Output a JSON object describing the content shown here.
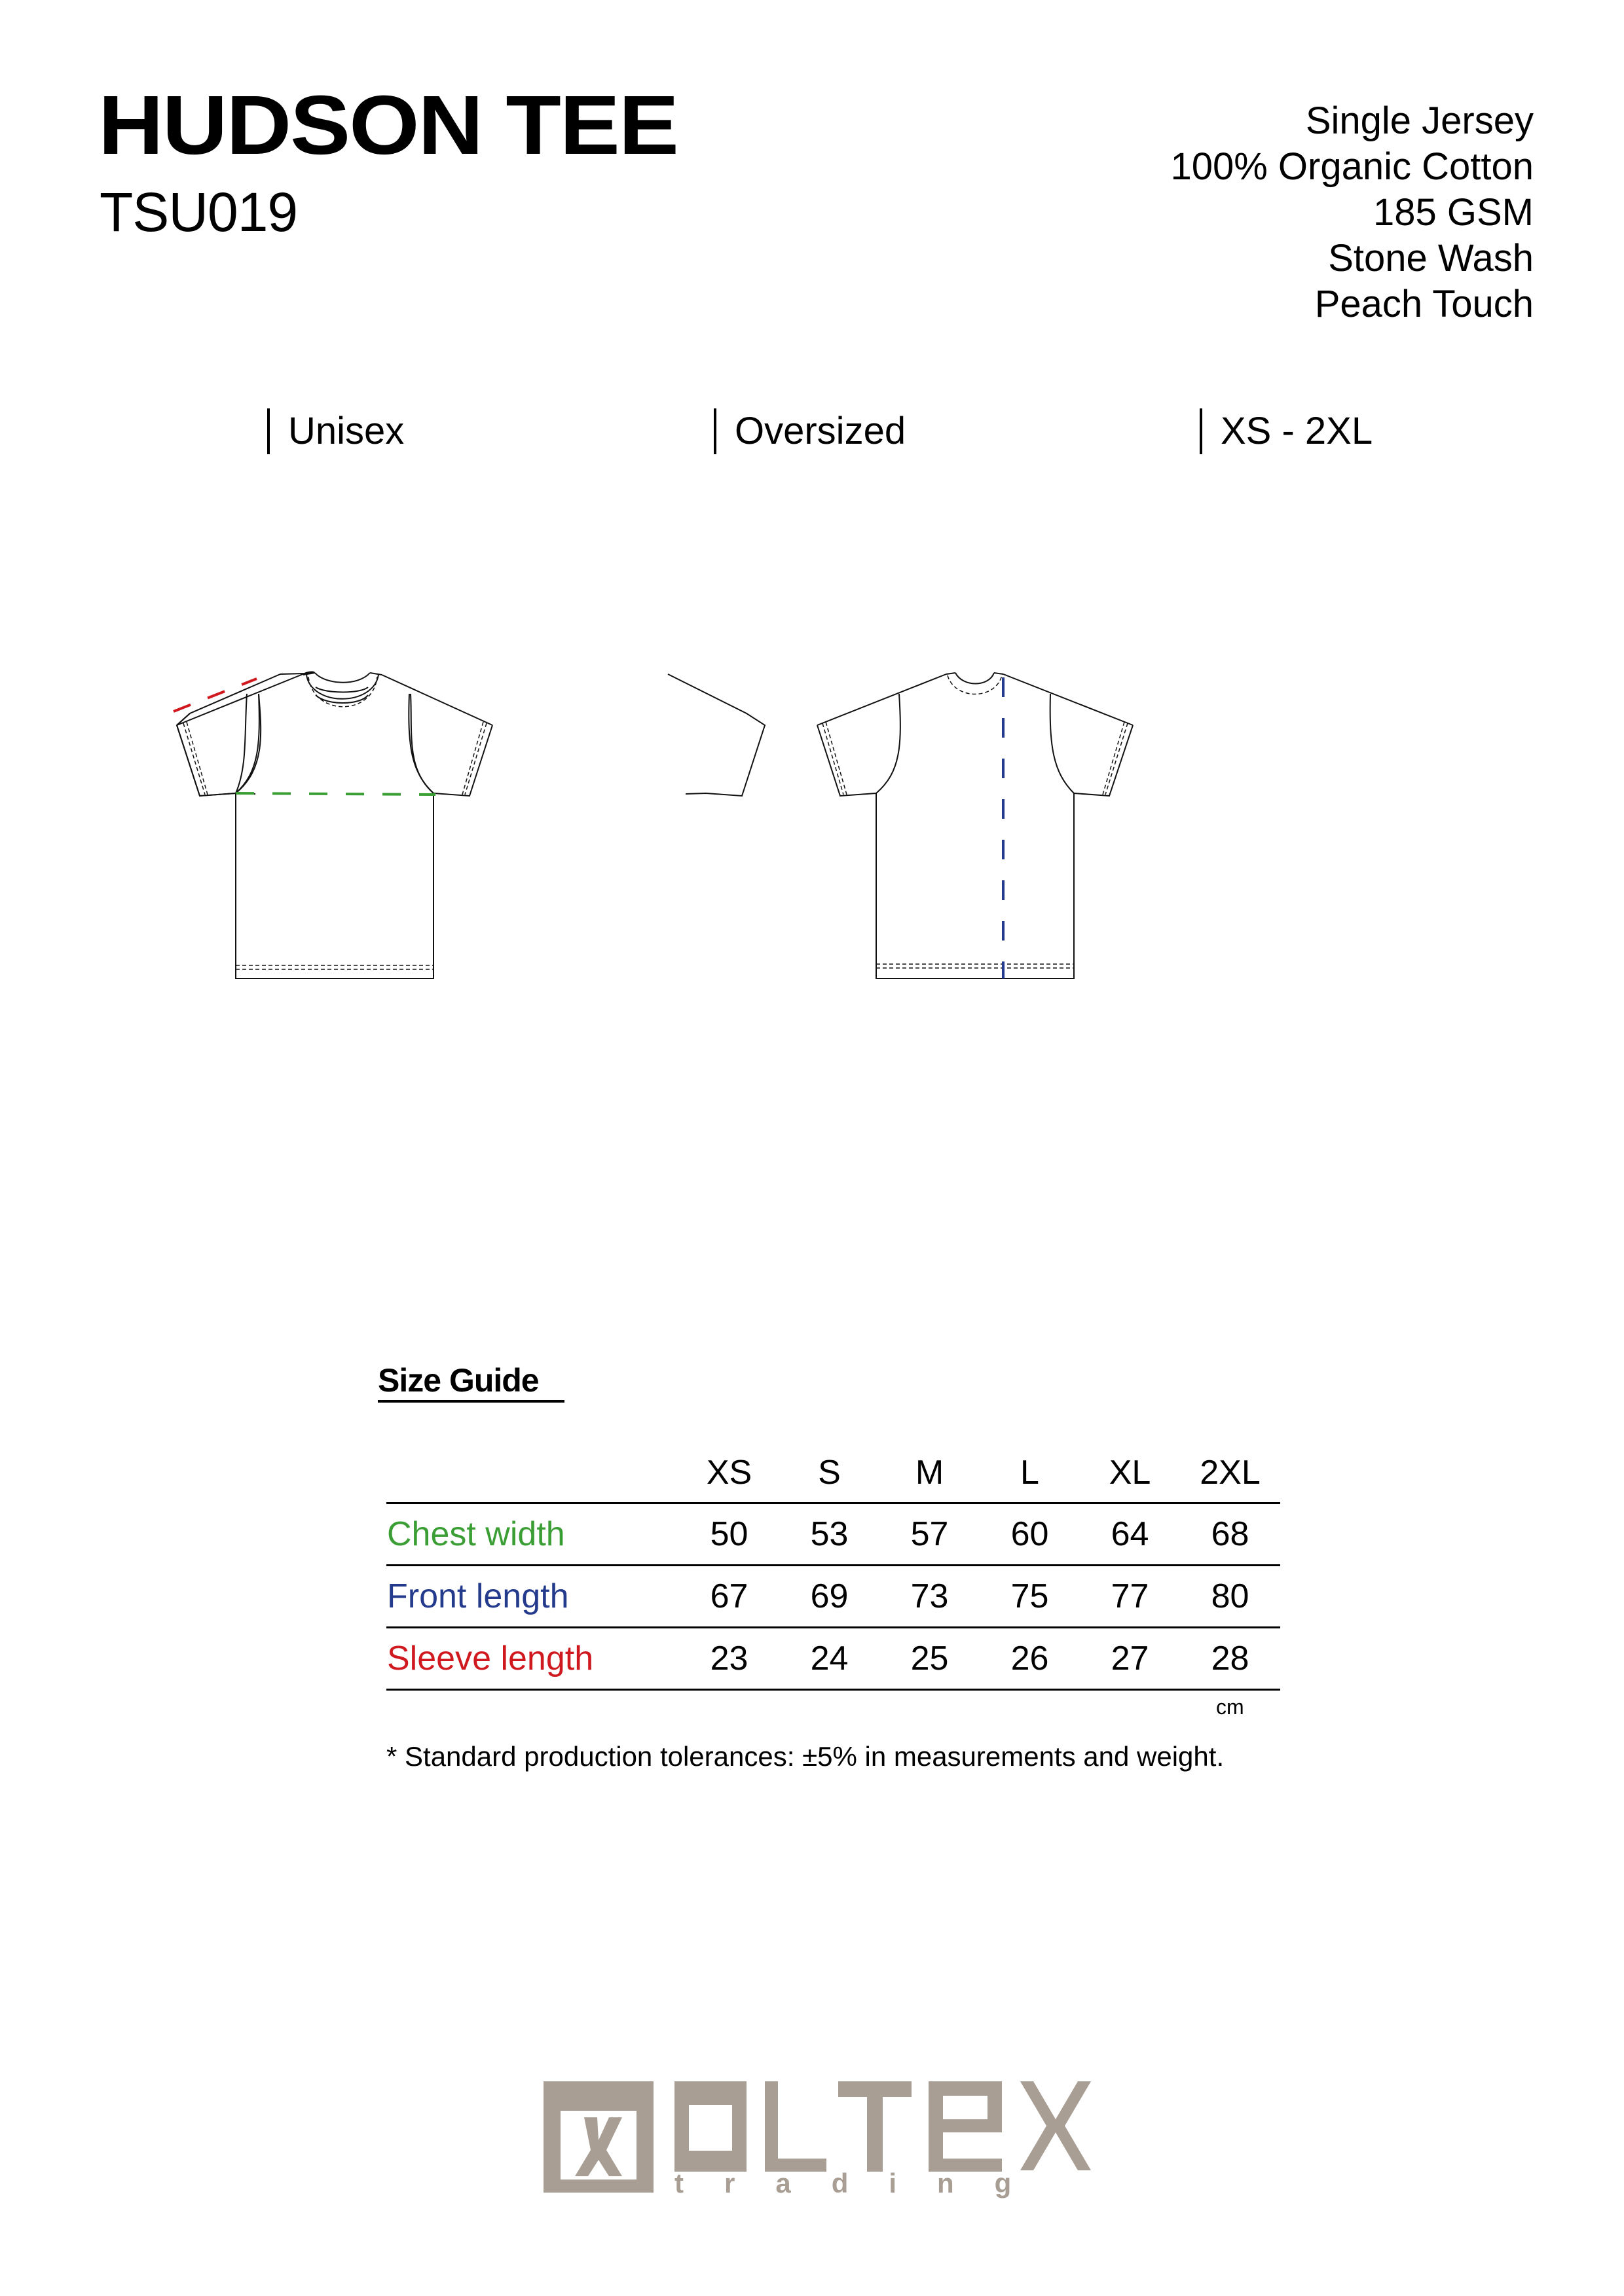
{
  "header": {
    "title": "HUDSON TEE",
    "code": "TSU019"
  },
  "specs": [
    "Single Jersey",
    "100% Organic Cotton",
    "185 GSM",
    "Stone Wash",
    "Peach Touch"
  ],
  "tags": [
    "Unisex",
    "Oversized",
    "XS - 2XL"
  ],
  "illustrations": {
    "front": {
      "view": "front",
      "measure_lines": [
        "chest-width",
        "sleeve-length"
      ]
    },
    "back": {
      "view": "back",
      "measure_lines": [
        "front-length"
      ]
    }
  },
  "size_guide": {
    "title": "Size Guide",
    "sizes": [
      "XS",
      "S",
      "M",
      "L",
      "XL",
      "2XL"
    ],
    "rows": [
      {
        "label": "Chest width",
        "color": "#3a9e35",
        "values": [
          "50",
          "53",
          "57",
          "60",
          "64",
          "68"
        ]
      },
      {
        "label": "Front length",
        "color": "#243a8c",
        "values": [
          "67",
          "69",
          "73",
          "75",
          "77",
          "80"
        ]
      },
      {
        "label": "Sleeve length",
        "color": "#d0181f",
        "values": [
          "23",
          "24",
          "25",
          "26",
          "27",
          "28"
        ]
      }
    ],
    "unit": "cm",
    "note": "* Standard production tolerances: ±5% in measurements and weight."
  },
  "logo": {
    "brand": "OLTEX",
    "sub": "trading",
    "color": "#a89e94"
  },
  "colors": {
    "chest": "#3a9e35",
    "front_length": "#243a8c",
    "sleeve": "#d0181f",
    "logo": "#a89e94"
  }
}
